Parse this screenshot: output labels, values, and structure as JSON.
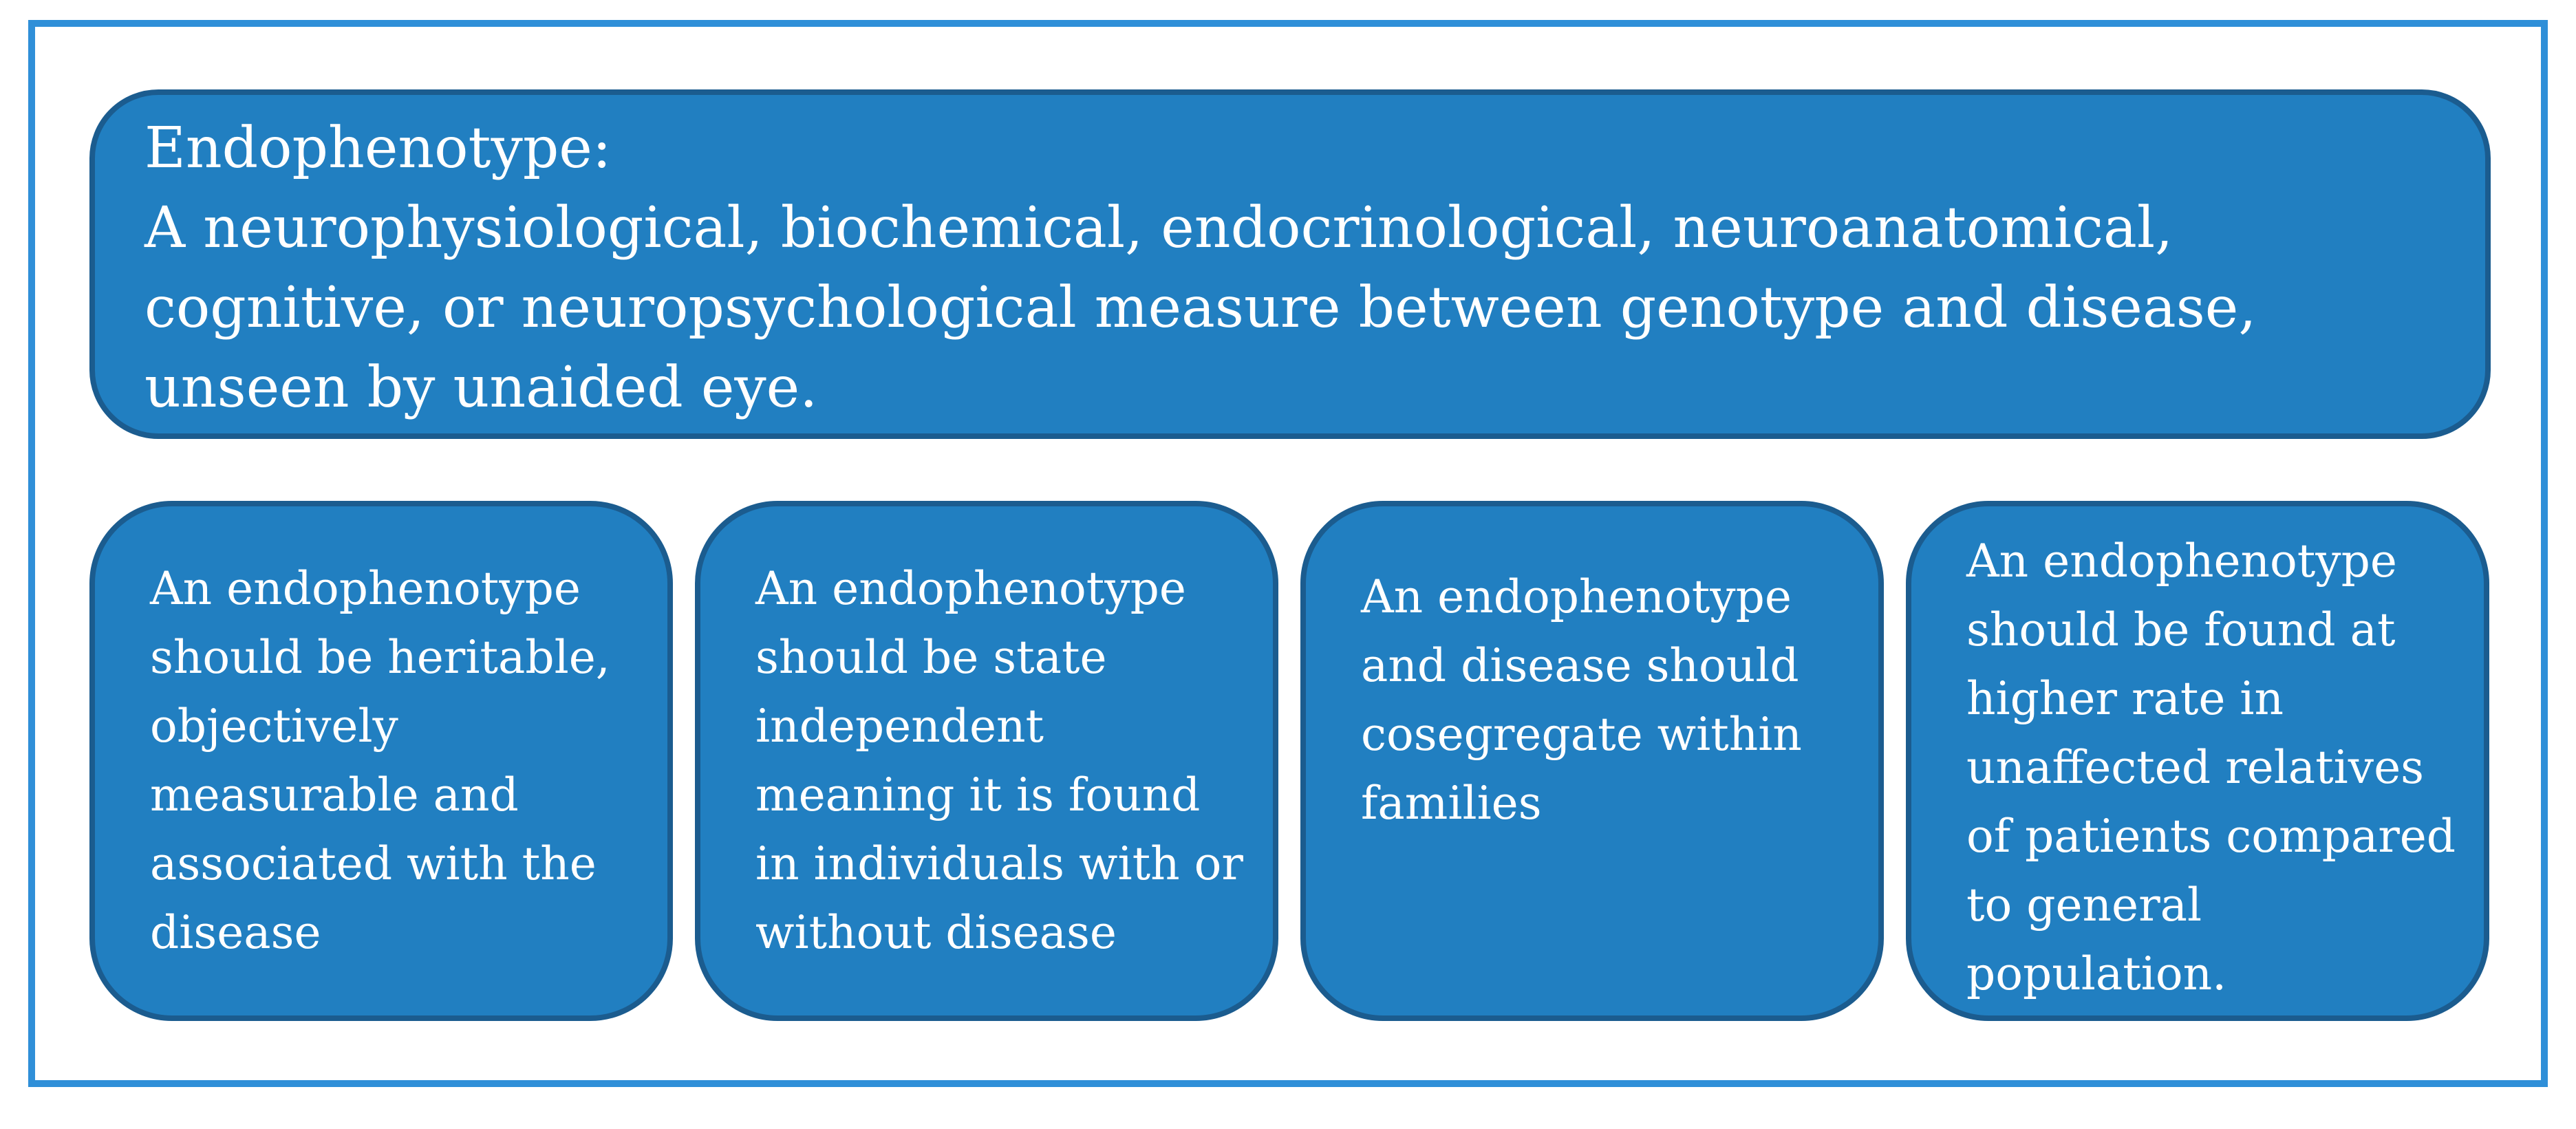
{
  "definition": {
    "heading": "Endophenotype:",
    "text": "A neurophysiological, biochemical, endocrinological, neuroanatomical, cognitive, or neuropsychological measure between genotype and disease, unseen by unaided eye."
  },
  "criteria": [
    {
      "text": "An endophenotype should be heritable, objectively measurable  and associated with the disease"
    },
    {
      "text": "An endophenotype should be state independent meaning it is found in individuals with or without disease"
    },
    {
      "text": "An endophenotype and disease should cosegregate within families"
    },
    {
      "text": "An endophenotype should be found at higher rate in unaffected relatives of patients compared to general population."
    }
  ],
  "colors": {
    "box_fill": "#217fc1",
    "box_border": "#1b5c8f",
    "frame_border": "#2f8fd8",
    "text": "#ffffff"
  }
}
